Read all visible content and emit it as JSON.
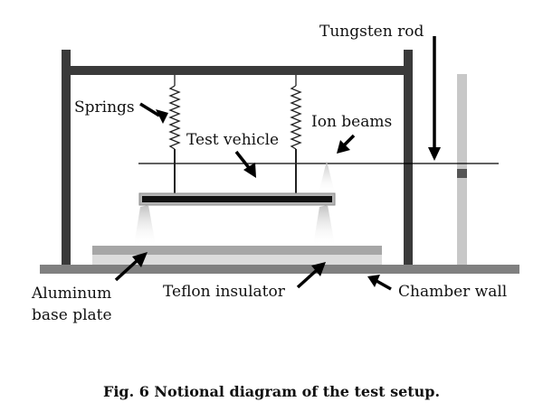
{
  "labels": {
    "tungsten_rod": "Tungsten rod",
    "springs": "Springs",
    "ion_beams": "Ion beams",
    "test_vehicle": "Test vehicle",
    "aluminum_line1": "Aluminum",
    "aluminum_line2": "base plate",
    "teflon": "Teflon insulator",
    "chamber_wall": "Chamber wall"
  },
  "caption": "Fig. 6 Notional diagram of the test setup.",
  "colors": {
    "frame": "#3a3a3a",
    "chamber_wall": "#808080",
    "aluminum": "#a6a6a6",
    "teflon": "#dcdcdc",
    "rod": "#c8c8c8",
    "rod_band": "#555555",
    "vehicle": "#111111",
    "arrow": "#000000"
  }
}
